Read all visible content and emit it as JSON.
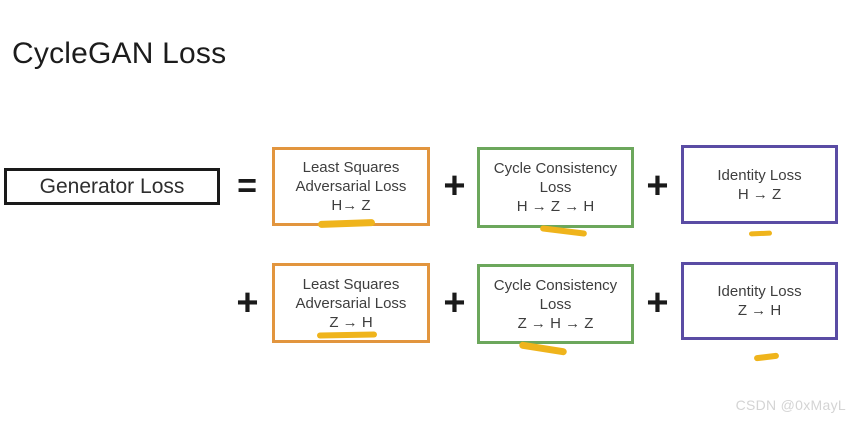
{
  "title": "CycleGAN Loss",
  "watermark": "CSDN @0xMayL",
  "operators": {
    "equals": "=",
    "plus": "+"
  },
  "generator_box": {
    "label": "Generator Loss"
  },
  "colors": {
    "orange_border": "#e2953e",
    "green_border": "#6ca75c",
    "purple_border": "#5a4ca4",
    "black_border": "#1a1a1a",
    "highlight_yellow": "#efb41c",
    "box_text": "#3e3e3e",
    "watermark_gray": "#d4d4d4"
  },
  "rows": [
    {
      "terms": [
        {
          "color": "orange",
          "lines": [
            "Least Squares",
            "Adversarial Loss",
            "H→ Z"
          ]
        },
        {
          "color": "green",
          "lines": [
            "Cycle Consistency",
            "Loss",
            "H → Z → H"
          ]
        },
        {
          "color": "purple",
          "lines": [
            "Identity Loss",
            "H → Z"
          ]
        }
      ]
    },
    {
      "terms": [
        {
          "color": "orange",
          "lines": [
            "Least Squares",
            "Adversarial Loss",
            "Z → H"
          ]
        },
        {
          "color": "green",
          "lines": [
            "Cycle Consistency",
            "Loss",
            "Z → H → Z"
          ]
        },
        {
          "color": "purple",
          "lines": [
            "Identity Loss",
            "Z → H"
          ]
        }
      ]
    }
  ]
}
